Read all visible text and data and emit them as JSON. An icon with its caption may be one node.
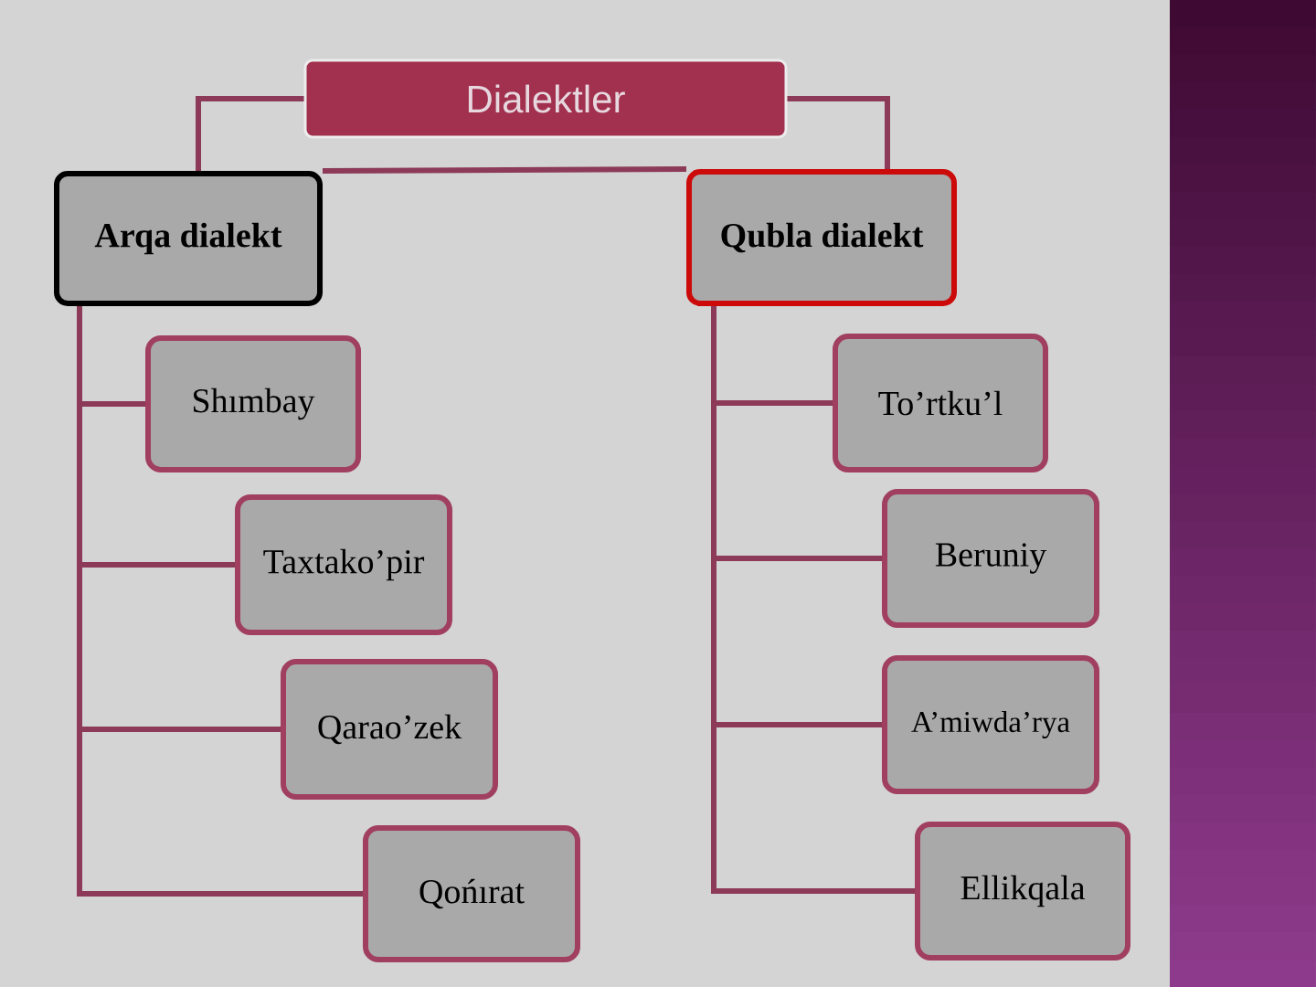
{
  "diagram": {
    "nodes": [
      {
        "text": [
          "Dialektler"
        ]
      },
      {
        "text": [
          "Arqa dialekt"
        ]
      },
      {
        "text": [
          "Shımbay"
        ]
      },
      {
        "text": [
          "Taxtako’pir"
        ]
      },
      {
        "text": [
          "Qarao’zek"
        ]
      },
      {
        "text": [
          "Qońırat"
        ]
      },
      {
        "text": [
          "Qubla dialekt"
        ]
      },
      {
        "text": [
          "To’rtku’l"
        ]
      },
      {
        "text": [
          "Beruniy"
        ]
      },
      {
        "text": [
          "A’miwda’rya"
        ]
      },
      {
        "text": [
          "Ellikqala"
        ]
      }
    ],
    "edges": [
      {
        "from": 0,
        "to": 1,
        "arrow": "none"
      },
      {
        "from": 0,
        "to": 6,
        "arrow": "none"
      },
      {
        "from": 1,
        "to": 6,
        "arrow": "none"
      },
      {
        "from": 1,
        "to": 2,
        "arrow": "none"
      },
      {
        "from": 1,
        "to": 3,
        "arrow": "none"
      },
      {
        "from": 1,
        "to": 4,
        "arrow": "none"
      },
      {
        "from": 1,
        "to": 5,
        "arrow": "none"
      },
      {
        "from": 6,
        "to": 7,
        "arrow": "none"
      },
      {
        "from": 6,
        "to": 8,
        "arrow": "none"
      },
      {
        "from": 6,
        "to": 9,
        "arrow": "none"
      },
      {
        "from": 6,
        "to": 10,
        "arrow": "none"
      }
    ]
  }
}
